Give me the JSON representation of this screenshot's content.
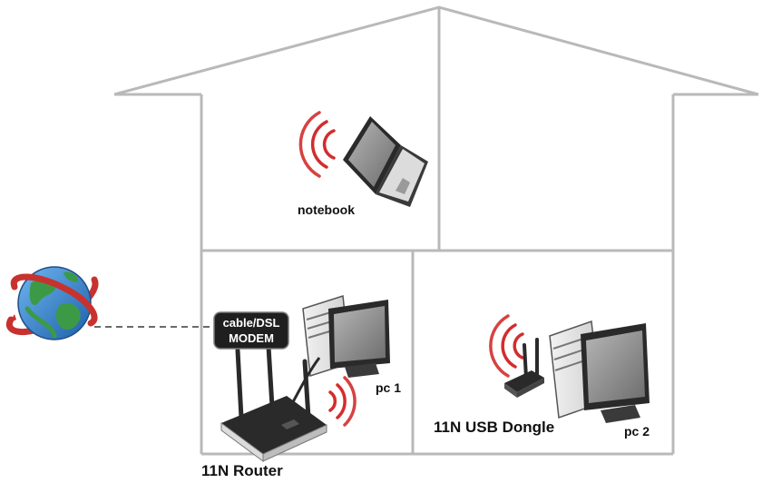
{
  "labels": {
    "notebook": "notebook",
    "modem_line1": "cable/DSL",
    "modem_line2": "MODEM",
    "pc1": "pc 1",
    "pc2": "pc 2",
    "router": "11N Router",
    "dongle": "11N USB Dongle"
  },
  "colors": {
    "house_line": "#b9b9b9",
    "signal_red": "#d22d2d",
    "device_dark": "#2a2a2a",
    "device_light": "#e6e6e6",
    "screen": "#8a8a8a",
    "globe_blue": "#2f7ecb",
    "globe_green": "#3c9a46",
    "orbit_red": "#c8322e"
  },
  "icons": [
    "globe-icon",
    "modem-icon",
    "router-icon",
    "notebook-icon",
    "desktop-pc-icon",
    "usb-dongle-icon",
    "wifi-signal-icon"
  ]
}
